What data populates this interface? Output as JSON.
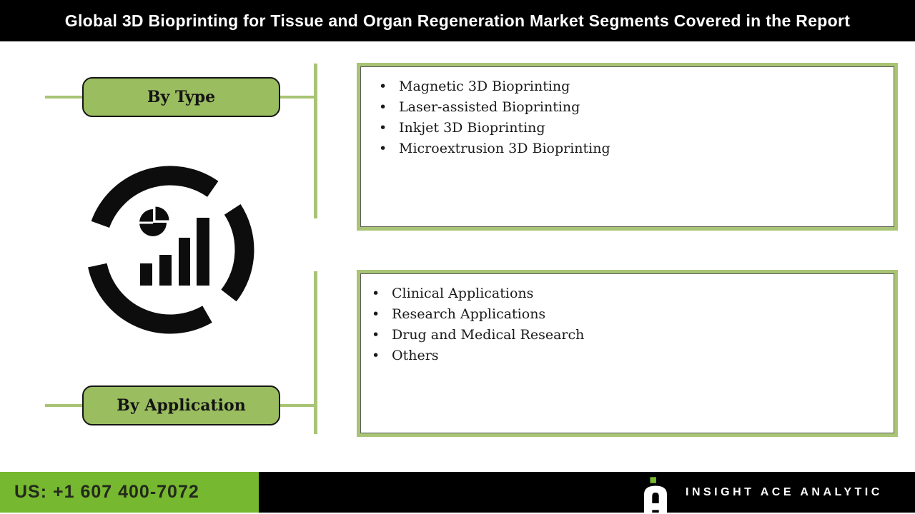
{
  "header": {
    "title": "Global 3D Bioprinting for Tissue and Organ Regeneration Market Segments Covered in the Report"
  },
  "segments": [
    {
      "label": "By Type",
      "items": [
        "Magnetic 3D Bioprinting",
        "Laser-assisted Bioprinting",
        "Inkjet 3D Bioprinting",
        "Microextrusion 3D Bioprinting"
      ]
    },
    {
      "label": "By Application",
      "items": [
        "Clinical Applications",
        "Research Applications",
        "Drug and Medical Research",
        "Others"
      ]
    }
  ],
  "footer": {
    "phone": "US: +1 607 400-7072",
    "brand": "INSIGHT ACE ANALYTIC"
  },
  "icons": {
    "center": "market-chart-circle-icon",
    "logo": "insight-ace-logo"
  },
  "colors": {
    "header_bg": "#000000",
    "pill_green": "#9abd60",
    "line_green": "#a8c474",
    "footer_green": "#76b82f",
    "icon_black": "#0d0d0d",
    "text_dark": "#1a1a1a"
  }
}
